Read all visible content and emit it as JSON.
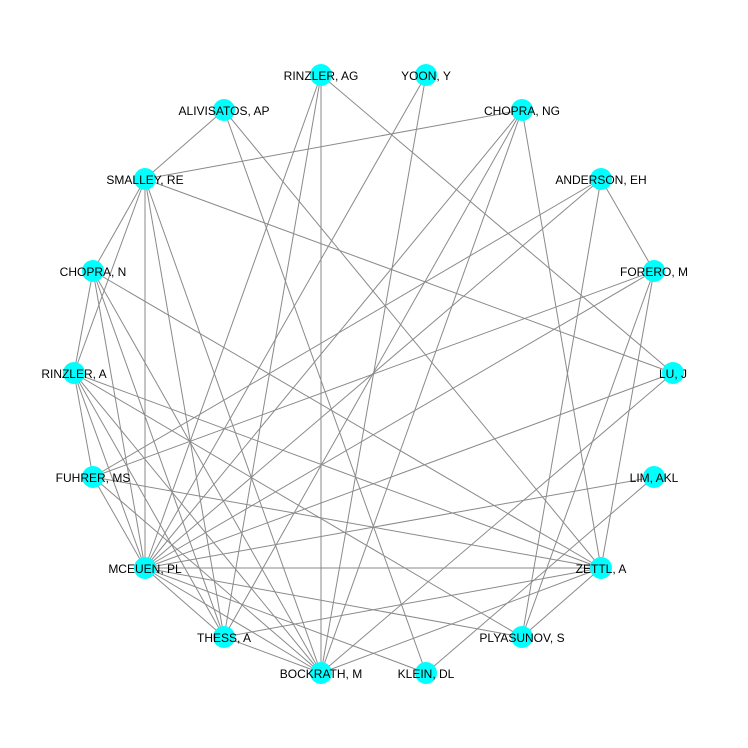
{
  "colors": {
    "node": "#00ffff",
    "edge": "#8a8a8a",
    "label": "#000000",
    "background": "#ffffff"
  },
  "nodes": [
    {
      "id": "rinzler_ag",
      "label": "RINZLER, AG"
    },
    {
      "id": "yoon_y",
      "label": "YOON, Y"
    },
    {
      "id": "chopra_ng",
      "label": "CHOPRA, NG"
    },
    {
      "id": "anderson_eh",
      "label": "ANDERSON, EH"
    },
    {
      "id": "forero_m",
      "label": "FORERO, M"
    },
    {
      "id": "lu_j",
      "label": "LU, J"
    },
    {
      "id": "lim_akl",
      "label": "LIM, AKL"
    },
    {
      "id": "zettl_a",
      "label": "ZETTL, A"
    },
    {
      "id": "plyasunov_s",
      "label": "PLYASUNOV, S"
    },
    {
      "id": "klein_dl",
      "label": "KLEIN, DL"
    },
    {
      "id": "bockrath_m",
      "label": "BOCKRATH, M"
    },
    {
      "id": "thess_a",
      "label": "THESS, A"
    },
    {
      "id": "mceuen_pl",
      "label": "MCEUEN, PL"
    },
    {
      "id": "fuhrer_ms",
      "label": "FUHRER, MS"
    },
    {
      "id": "rinzler_a",
      "label": "RINZLER, A"
    },
    {
      "id": "chopra_n",
      "label": "CHOPRA, N"
    },
    {
      "id": "smalley_re",
      "label": "SMALLEY, RE"
    },
    {
      "id": "alivisatos_ap",
      "label": "ALIVISATOS, AP"
    }
  ],
  "edges": [
    [
      "rinzler_ag",
      "mceuen_pl"
    ],
    [
      "rinzler_ag",
      "bockrath_m"
    ],
    [
      "rinzler_ag",
      "lu_j"
    ],
    [
      "rinzler_ag",
      "thess_a"
    ],
    [
      "yoon_y",
      "mceuen_pl"
    ],
    [
      "yoon_y",
      "bockrath_m"
    ],
    [
      "chopra_ng",
      "smalley_re"
    ],
    [
      "chopra_ng",
      "mceuen_pl"
    ],
    [
      "chopra_ng",
      "bockrath_m"
    ],
    [
      "chopra_ng",
      "zettl_a"
    ],
    [
      "chopra_ng",
      "thess_a"
    ],
    [
      "anderson_eh",
      "mceuen_pl"
    ],
    [
      "anderson_eh",
      "fuhrer_ms"
    ],
    [
      "anderson_eh",
      "forero_m"
    ],
    [
      "anderson_eh",
      "plyasunov_s"
    ],
    [
      "forero_m",
      "mceuen_pl"
    ],
    [
      "forero_m",
      "fuhrer_ms"
    ],
    [
      "forero_m",
      "zettl_a"
    ],
    [
      "forero_m",
      "plyasunov_s"
    ],
    [
      "lu_j",
      "mceuen_pl"
    ],
    [
      "lu_j",
      "bockrath_m"
    ],
    [
      "lu_j",
      "smalley_re"
    ],
    [
      "lim_akl",
      "mceuen_pl"
    ],
    [
      "lim_akl",
      "klein_dl"
    ],
    [
      "zettl_a",
      "mceuen_pl"
    ],
    [
      "zettl_a",
      "fuhrer_ms"
    ],
    [
      "zettl_a",
      "bockrath_m"
    ],
    [
      "zettl_a",
      "thess_a"
    ],
    [
      "zettl_a",
      "plyasunov_s"
    ],
    [
      "zettl_a",
      "rinzler_a"
    ],
    [
      "zettl_a",
      "chopra_n"
    ],
    [
      "zettl_a",
      "alivisatos_ap"
    ],
    [
      "plyasunov_s",
      "mceuen_pl"
    ],
    [
      "plyasunov_s",
      "rinzler_a"
    ],
    [
      "klein_dl",
      "mceuen_pl"
    ],
    [
      "klein_dl",
      "alivisatos_ap"
    ],
    [
      "bockrath_m",
      "mceuen_pl"
    ],
    [
      "bockrath_m",
      "thess_a"
    ],
    [
      "bockrath_m",
      "smalley_re"
    ],
    [
      "bockrath_m",
      "rinzler_a"
    ],
    [
      "bockrath_m",
      "chopra_n"
    ],
    [
      "bockrath_m",
      "fuhrer_ms"
    ],
    [
      "thess_a",
      "mceuen_pl"
    ],
    [
      "thess_a",
      "smalley_re"
    ],
    [
      "thess_a",
      "rinzler_a"
    ],
    [
      "thess_a",
      "chopra_n"
    ],
    [
      "mceuen_pl",
      "fuhrer_ms"
    ],
    [
      "mceuen_pl",
      "rinzler_a"
    ],
    [
      "mceuen_pl",
      "chopra_n"
    ],
    [
      "mceuen_pl",
      "smalley_re"
    ],
    [
      "fuhrer_ms",
      "rinzler_a"
    ],
    [
      "rinzler_a",
      "chopra_n"
    ],
    [
      "rinzler_a",
      "smalley_re"
    ],
    [
      "smalley_re",
      "alivisatos_ap"
    ],
    [
      "smalley_re",
      "chopra_n"
    ]
  ]
}
